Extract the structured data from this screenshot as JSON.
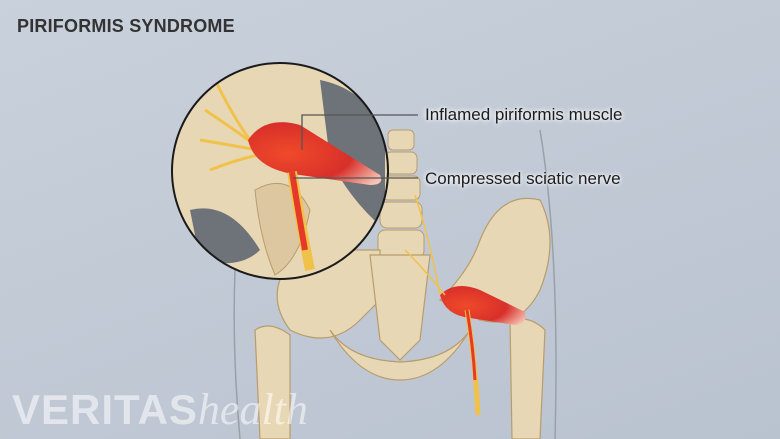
{
  "title": "PIRIFORMIS SYNDROME",
  "labels": {
    "muscle": "Inflamed piriformis muscle",
    "nerve": "Compressed sciatic nerve"
  },
  "logo": {
    "brand": "VERITAS",
    "suffix": "health"
  },
  "colors": {
    "background": "#c5cdd8",
    "bone": "#e8d7b5",
    "muscle": "#e53a2a",
    "nerve": "#f1c24a",
    "title": "#333333"
  }
}
